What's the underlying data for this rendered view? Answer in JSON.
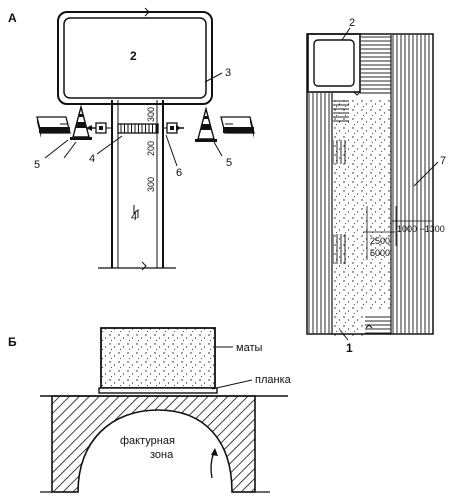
{
  "panel_a": {
    "letter": "А",
    "labels": {
      "n1": "1",
      "n2_main": "2",
      "n2_side": "2",
      "n3": "3",
      "n4": "4",
      "n5_left": "5",
      "n5_right": "5",
      "n6": "6",
      "n7": "7",
      "n4_road": "4"
    },
    "dims": {
      "d300a": "300",
      "d200": "200",
      "d300b": "300",
      "d1000_1300": "1000 −1300",
      "d2500": "2500",
      "d5000": "5000"
    }
  },
  "panel_b": {
    "letter": "Б",
    "mats_label": "маты",
    "plank_label": "планка",
    "zone_label_1": "фактурная",
    "zone_label_2": "зона"
  },
  "colors": {
    "ink": "#111111",
    "paper": "#ffffff"
  }
}
